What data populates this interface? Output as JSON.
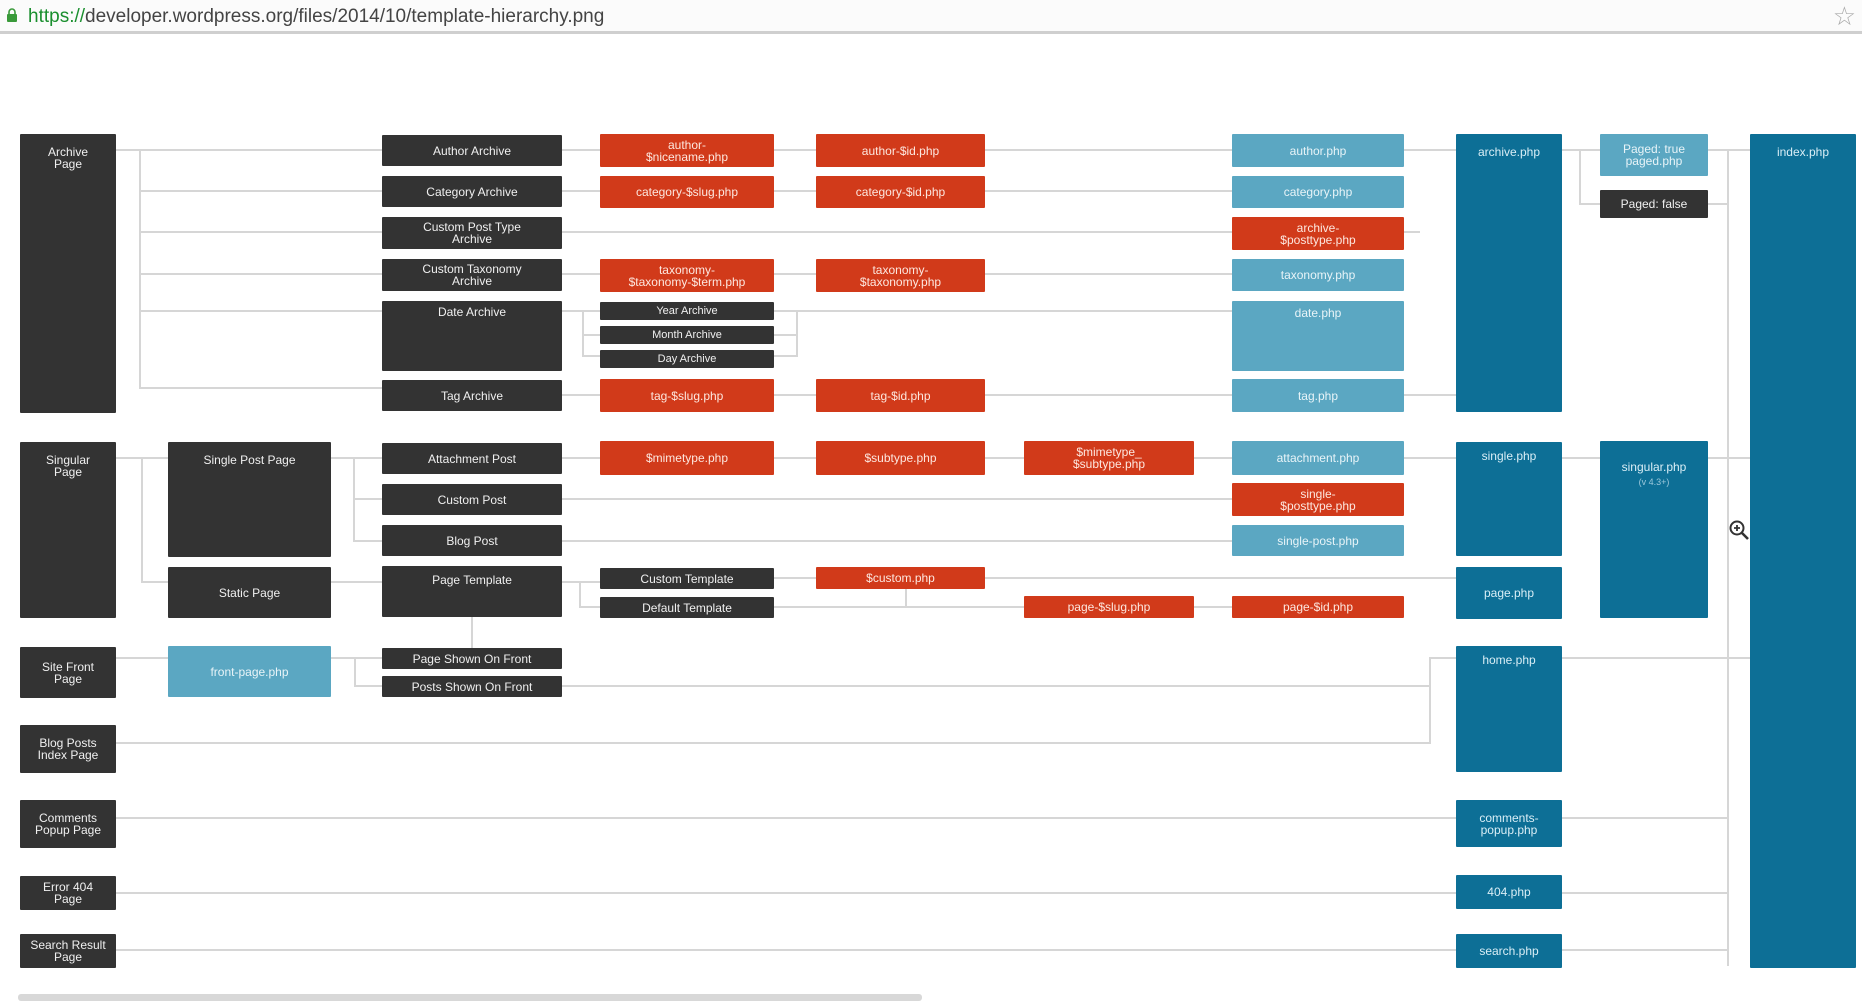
{
  "browser": {
    "url_scheme": "https://",
    "url_rest": "developer.wordpress.org/files/2014/10/template-hierarchy.png"
  },
  "colors": {
    "page_type": "#333333",
    "variable_template": "#d13a1a",
    "primary_template": "#5ba7c2",
    "secondary_template": "#0d6f96",
    "connector": "#d6d6d6"
  },
  "nodes": {
    "archive_page": "Archive\nPage",
    "singular_page": "Singular\nPage",
    "site_front_page": "Site Front\nPage",
    "blog_posts_index": "Blog Posts\nIndex Page",
    "comments_popup": "Comments\nPopup Page",
    "error_404": "Error 404\nPage",
    "search_result": "Search Result\nPage",
    "single_post_page": "Single Post Page",
    "static_page": "Static Page",
    "front_page_php": "front-page.php",
    "author_archive": "Author Archive",
    "category_archive": "Category Archive",
    "cpt_archive": "Custom Post Type\nArchive",
    "taxonomy_archive": "Custom Taxonomy\nArchive",
    "date_archive": "Date Archive",
    "tag_archive": "Tag Archive",
    "attachment_post": "Attachment Post",
    "custom_post": "Custom Post",
    "blog_post": "Blog Post",
    "page_template": "Page Template",
    "page_shown_on_front": "Page Shown On Front",
    "posts_shown_on_front": "Posts Shown On Front",
    "year_archive": "Year Archive",
    "month_archive": "Month Archive",
    "day_archive": "Day Archive",
    "custom_template": "Custom Template",
    "default_template": "Default Template",
    "author_nicename": "author-\n$nicename.php",
    "category_slug": "category-$slug.php",
    "taxonomy_term": "taxonomy-\n$taxonomy-$term.php",
    "tag_slug": "tag-$slug.php",
    "mimetype": "$mimetype.php",
    "author_id": "author-$id.php",
    "category_id": "category-$id.php",
    "taxonomy_tax": "taxonomy-\n$taxonomy.php",
    "tag_id": "tag-$id.php",
    "subtype": "$subtype.php",
    "custom_php": "$custom.php",
    "mimetype_subtype": "$mimetype_\n$subtype.php",
    "page_slug": "page-$slug.php",
    "archive_posttype": "archive-\n$posttype.php",
    "single_posttype": "single-\n$posttype.php",
    "page_id": "page-$id.php",
    "author_php": "author.php",
    "category_php": "category.php",
    "taxonomy_php": "taxonomy.php",
    "date_php": "date.php",
    "tag_php": "tag.php",
    "attachment_php": "attachment.php",
    "single_post_php": "single-post.php",
    "archive_php": "archive.php",
    "single_php": "single.php",
    "page_php": "page.php",
    "home_php": "home.php",
    "comments_popup_php": "comments-\npopup.php",
    "php_404": "404.php",
    "search_php": "search.php",
    "paged_true": "Paged: true\npaged.php",
    "paged_false": "Paged: false",
    "singular_php": "singular.php",
    "singular_version": "(v 4.3+)",
    "index_php": "index.php"
  }
}
